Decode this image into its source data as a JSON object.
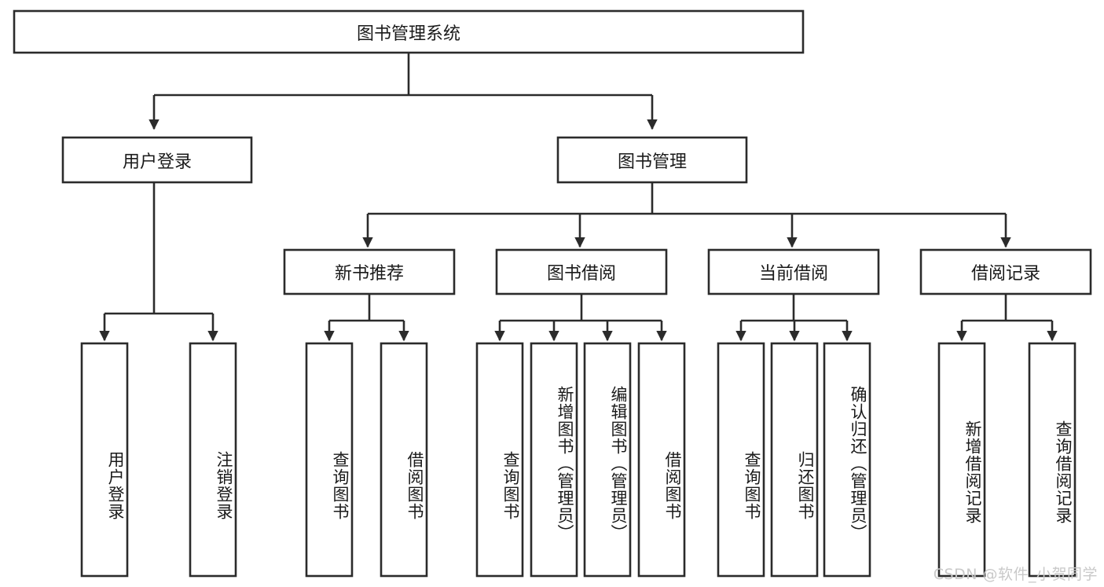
{
  "diagram": {
    "title": "图书管理系统",
    "type": "tree-hierarchy-diagram",
    "orientation": "top-down",
    "colors": {
      "box_stroke": "#2b2b2b",
      "box_fill": "#ffffff",
      "connector": "#2b2b2b",
      "text": "#1a1a1a",
      "watermark": "#c9c9c9",
      "background": "#ffffff"
    },
    "root": {
      "label": "图书管理系统"
    },
    "level2": [
      {
        "label": "用户登录"
      },
      {
        "label": "图书管理"
      }
    ],
    "level3": [
      {
        "label": "新书推荐"
      },
      {
        "label": "图书借阅"
      },
      {
        "label": "当前借阅"
      },
      {
        "label": "借阅记录"
      }
    ],
    "leaves": {
      "user_login": [
        {
          "label": "用户登录"
        },
        {
          "label": "注销登录"
        }
      ],
      "new_book_recommend": [
        {
          "label": "查询图书"
        },
        {
          "label": "借阅图书"
        }
      ],
      "book_borrow": [
        {
          "label": "查询图书"
        },
        {
          "label": "新增图书（管理员）"
        },
        {
          "label": "编辑图书（管理员）"
        },
        {
          "label": "借阅图书"
        }
      ],
      "current_borrow": [
        {
          "label": "查询图书"
        },
        {
          "label": "归还图书"
        },
        {
          "label": "确认归还（管理员）"
        }
      ],
      "borrow_record": [
        {
          "label": "新增借阅记录"
        },
        {
          "label": "查询借阅记录"
        }
      ]
    }
  },
  "watermark": {
    "text": "CSDN @软件_小贺同学"
  }
}
